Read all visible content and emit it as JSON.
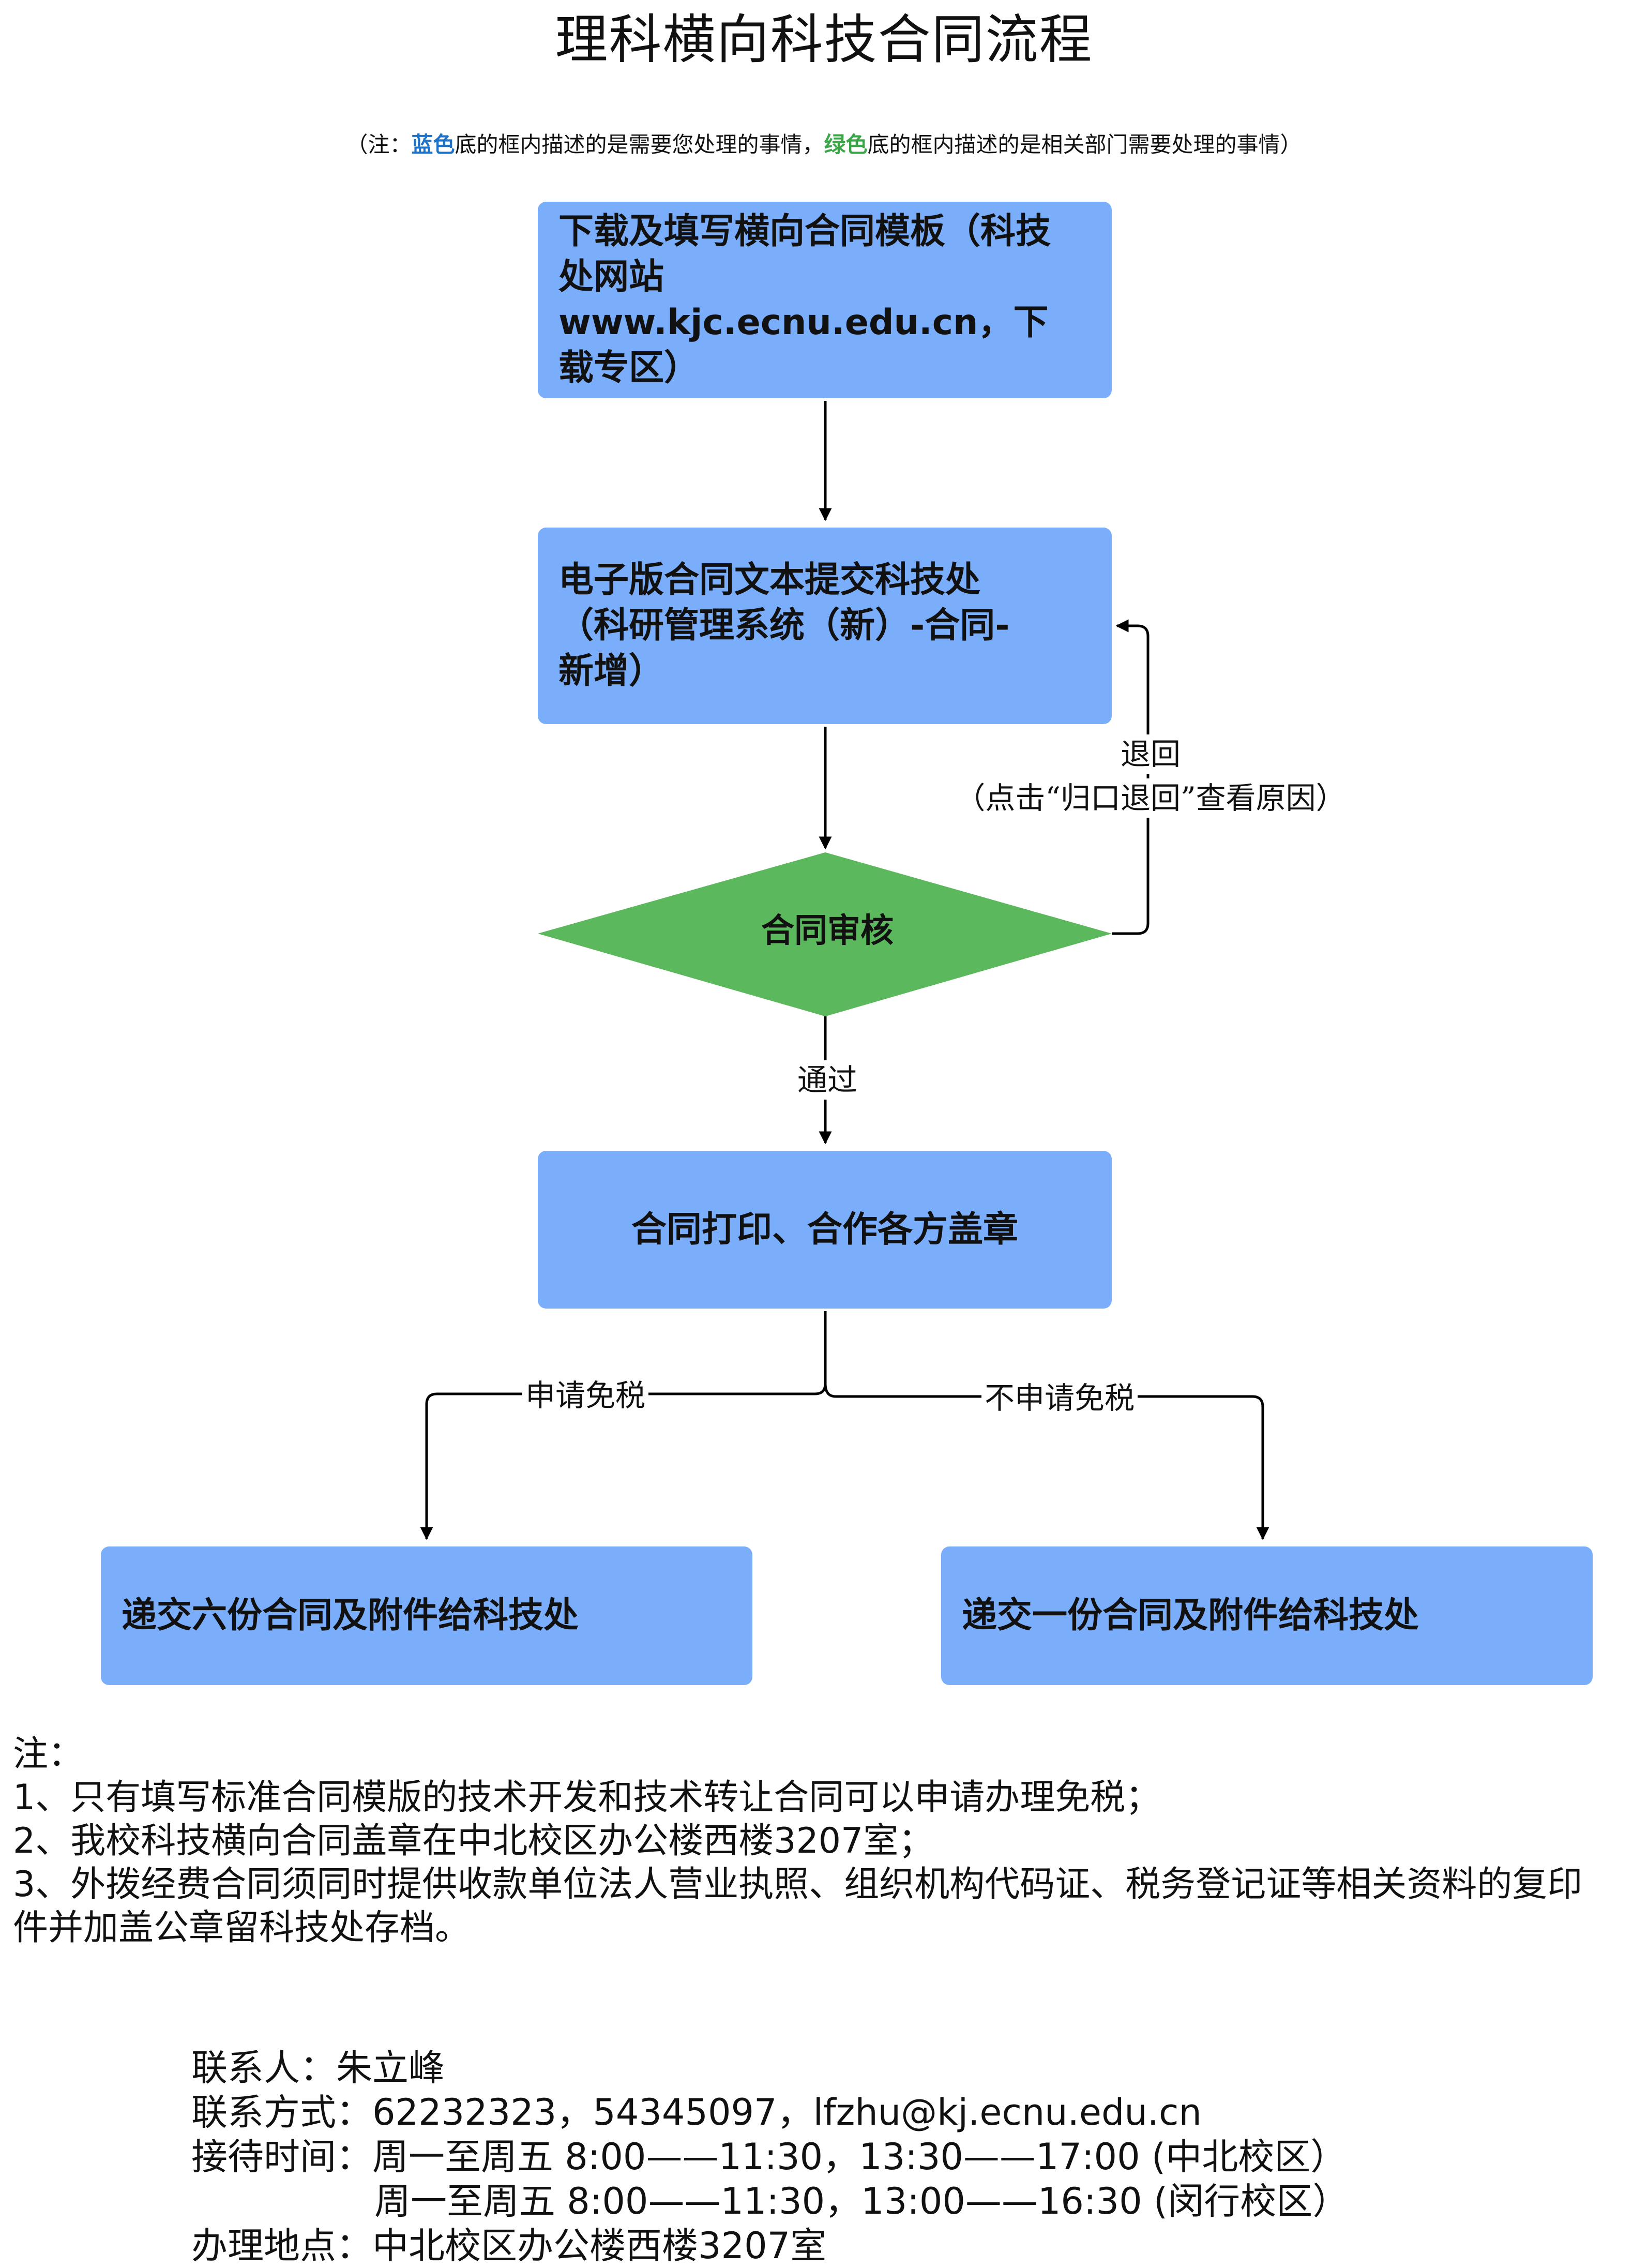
{
  "title": "理科横向科技合同流程",
  "legend": {
    "open": "（注：",
    "blue_word": "蓝色",
    "mid": "底的框内描述的是需要您处理的事情，",
    "green_word": "绿色",
    "end": "底的框内描述的是相关部门需要处理的事情）"
  },
  "nodes": {
    "download": {
      "lines": [
        "下载及填写横向合同模板（科技",
        "处网站www.kjc.ecnu.edu.cn，下",
        "载专区）"
      ]
    },
    "submit": {
      "lines": [
        "电子版合同文本提交科技处",
        "（科研管理系统（新）-合同-",
        "新增）"
      ]
    },
    "review": {
      "label": "合同审核"
    },
    "print": {
      "label": "合同打印、合作各方盖章"
    },
    "six_copies": {
      "label": "递交六份合同及附件给科技处"
    },
    "one_copy": {
      "label": "递交一份合同及附件给科技处"
    }
  },
  "edges": {
    "return": "退回",
    "return_reason": "（点击“归口退回”查看原因）",
    "pass": "通过",
    "apply_exempt": "申请免税",
    "no_exempt": "不申请免税"
  },
  "notes": {
    "heading": "注：",
    "items": [
      "1、只有填写标准合同模版的技术开发和技术转让合同可以申请办理免税；",
      "2、我校科技横向合同盖章在中北校区办公楼西楼3207室；",
      "3、外拨经费合同须同时提供收款单位法人营业执照、组织机构代码证、税务登记证等相关资料的复印",
      "件并加盖公章留科技处存档。"
    ]
  },
  "contact": {
    "person": "联系人：朱立峰",
    "phone": "联系方式：62232323，54345097，lfzhu@kj.ecnu.edu.cn",
    "hours_1": "接待时间：周一至周五 8:00——11:30，13:30——17:00 (中北校区）",
    "hours_2": "周一至周五 8:00——11:30，13:00——16:30 (闵行校区）",
    "location": "办理地点：中北校区办公楼西楼3207室"
  },
  "colors": {
    "user_box": "#7aadfa",
    "dept_box": "#5cb85c",
    "legend_blue": "#1e73c8",
    "legend_green": "#3aa648"
  }
}
